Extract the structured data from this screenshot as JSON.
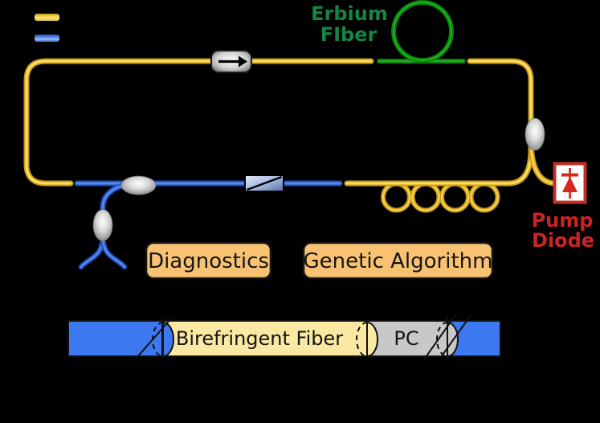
{
  "diagram": {
    "title_hint": "fiber-laser-ring-cavity-schematic",
    "legend": [
      {
        "name": "yellow-fiber-swatch",
        "color": "#f2c72e"
      },
      {
        "name": "blue-pm-fiber-swatch",
        "color": "#4a7ae8"
      }
    ],
    "labels": {
      "erbium_line1": "Erbium",
      "erbium_line2": "FIber",
      "pump_line1": "Pump",
      "pump_line2": "Diode",
      "diagnostics": "Diagnostics",
      "genetic_algorithm": "Genetic Algorithm",
      "birefringent_fiber": "Birefringent Fiber",
      "pc": "PC"
    },
    "colors": {
      "background": "#000000",
      "fiber_yellow": "#f0c832",
      "fiber_blue": "#3c78f0",
      "erbium_green": "#11a011",
      "erbium_text_green": "#148542",
      "pump_red": "#cc2424",
      "box_orange": "#f9c273",
      "bar_yellow": "#fae9a2",
      "bar_gray": "#c8c8c8",
      "bar_blue": "#3c78f0",
      "label_black": "#151515"
    },
    "icons": {
      "isolator": "right-arrow-icon",
      "pump_diode": "diode-icon",
      "couplers": "fused-coupler-oval-icon",
      "splices": "dashed-ellipse-cylinder-cap-icon"
    }
  }
}
